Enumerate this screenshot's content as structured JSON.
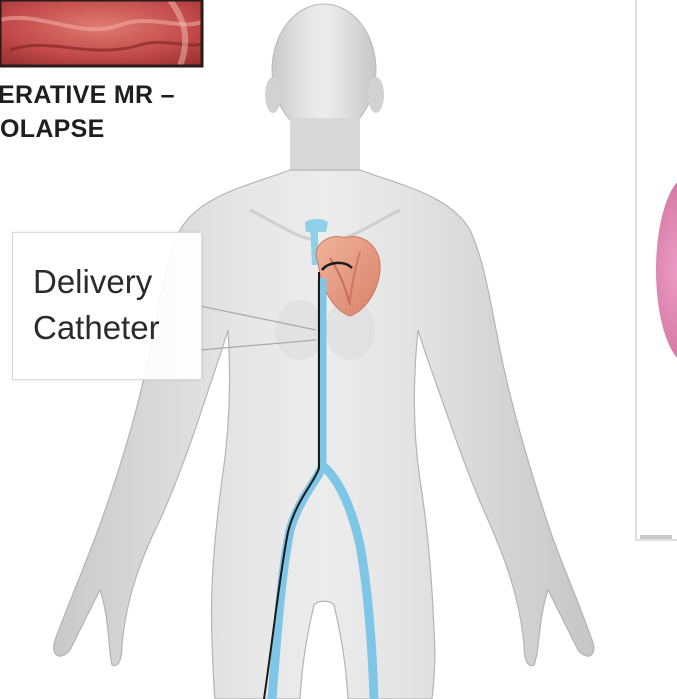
{
  "caption": {
    "line1": "ERATIVE MR –",
    "line2": "OLAPSE"
  },
  "callout": {
    "line1": "Delivery",
    "line2": "Catheter"
  },
  "colors": {
    "body": "#dcdcdc",
    "catheter_vessel": "#7fc6e6",
    "catheter_wire": "#1a1a1a",
    "heart": "#e8987a",
    "tissue_top_left": "#c24a4a",
    "organ_right": "#d97aa6"
  }
}
